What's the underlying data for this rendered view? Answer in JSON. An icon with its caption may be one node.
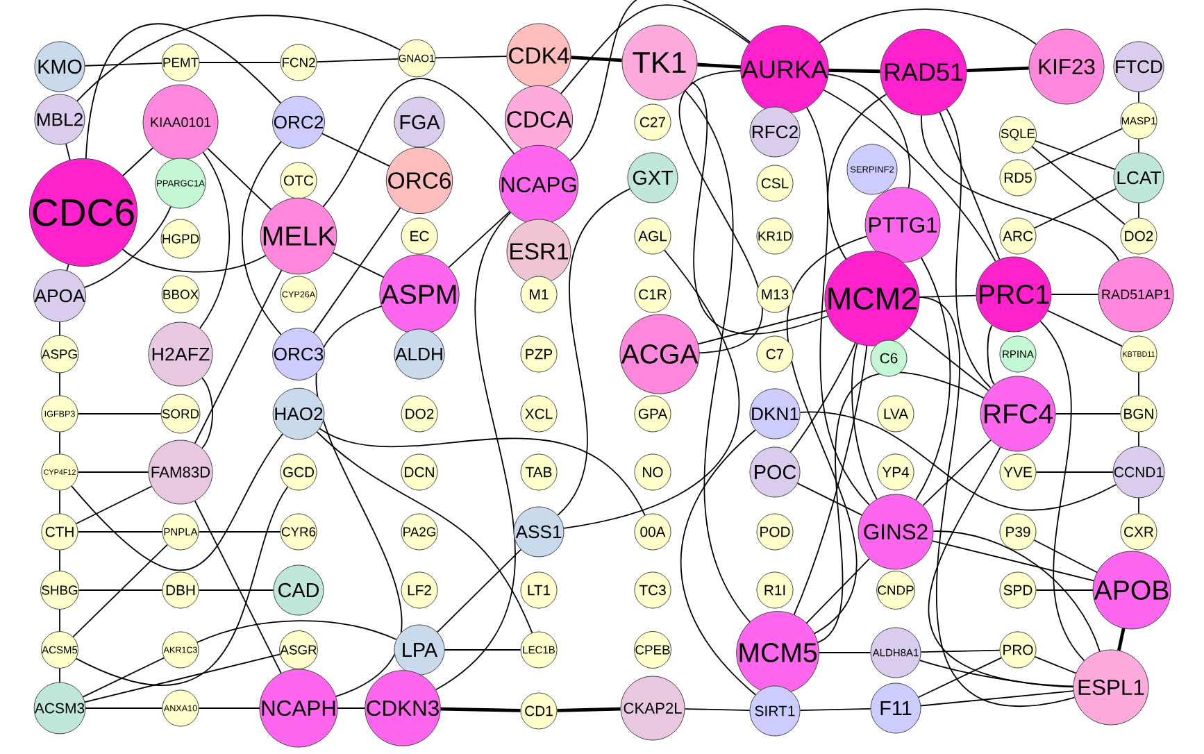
{
  "diagram": {
    "nodes": [
      {
        "text": [
          "KMO"
        ]
      },
      {
        "text": [
          "MBL2"
        ]
      },
      {
        "text": [
          "CDC6"
        ]
      },
      {
        "text": [
          "APOA"
        ]
      },
      {
        "text": [
          "ASPG"
        ]
      },
      {
        "text": [
          "IGFBP3"
        ]
      },
      {
        "text": [
          "CYP4F12"
        ]
      },
      {
        "text": [
          "CTH"
        ]
      },
      {
        "text": [
          "SHBG"
        ]
      },
      {
        "text": [
          "ACSM5"
        ]
      },
      {
        "text": [
          "ACSM3"
        ]
      },
      {
        "text": [
          "PEMT"
        ]
      },
      {
        "text": [
          "KIAA0101"
        ]
      },
      {
        "text": [
          "PPARGC1A"
        ]
      },
      {
        "text": [
          "HGPD"
        ]
      },
      {
        "text": [
          "BBOX"
        ]
      },
      {
        "text": [
          "H2AFZ"
        ]
      },
      {
        "text": [
          "SORD"
        ]
      },
      {
        "text": [
          "FAM83D"
        ]
      },
      {
        "text": [
          "PNPLA"
        ]
      },
      {
        "text": [
          "DBH"
        ]
      },
      {
        "text": [
          "AKR1C3"
        ]
      },
      {
        "text": [
          "ANXA10"
        ]
      },
      {
        "text": [
          "FCN2"
        ]
      },
      {
        "text": [
          "ORC2"
        ]
      },
      {
        "text": [
          "OTC"
        ]
      },
      {
        "text": [
          "MELK"
        ]
      },
      {
        "text": [
          "CYP26A"
        ]
      },
      {
        "text": [
          "ORC3"
        ]
      },
      {
        "text": [
          "HAO2"
        ]
      },
      {
        "text": [
          "GCD"
        ]
      },
      {
        "text": [
          "CYR6"
        ]
      },
      {
        "text": [
          "CAD"
        ]
      },
      {
        "text": [
          "ASGR"
        ]
      },
      {
        "text": [
          "NCAPH"
        ]
      },
      {
        "text": [
          "GNAO1"
        ]
      },
      {
        "text": [
          "FGA"
        ]
      },
      {
        "text": [
          "ORC6"
        ]
      },
      {
        "text": [
          "EC"
        ]
      },
      {
        "text": [
          "ASPM"
        ]
      },
      {
        "text": [
          "ALDH"
        ]
      },
      {
        "text": [
          "DO2"
        ]
      },
      {
        "text": [
          "DCN"
        ]
      },
      {
        "text": [
          "PA2G"
        ]
      },
      {
        "text": [
          "LF2"
        ]
      },
      {
        "text": [
          "LPA"
        ]
      },
      {
        "text": [
          "CDKN3"
        ]
      },
      {
        "text": [
          "CDK4"
        ]
      },
      {
        "text": [
          "CDCA"
        ]
      },
      {
        "text": [
          "NCAPG"
        ]
      },
      {
        "text": [
          "ESR1"
        ]
      },
      {
        "text": [
          "M1"
        ]
      },
      {
        "text": [
          "PZP"
        ]
      },
      {
        "text": [
          "XCL"
        ]
      },
      {
        "text": [
          "TAB"
        ]
      },
      {
        "text": [
          "ASS1"
        ]
      },
      {
        "text": [
          "LT1"
        ]
      },
      {
        "text": [
          "LEC1B"
        ]
      },
      {
        "text": [
          "CD1"
        ]
      },
      {
        "text": [
          "TK1"
        ]
      },
      {
        "text": [
          "C27"
        ]
      },
      {
        "text": [
          "GXT"
        ]
      },
      {
        "text": [
          "AGL"
        ]
      },
      {
        "text": [
          "C1R"
        ]
      },
      {
        "text": [
          "ACGA"
        ]
      },
      {
        "text": [
          "GPA"
        ]
      },
      {
        "text": [
          "NO"
        ]
      },
      {
        "text": [
          "00A"
        ]
      },
      {
        "text": [
          "TC3"
        ]
      },
      {
        "text": [
          "CPEB"
        ]
      },
      {
        "text": [
          "CKAP2L"
        ]
      },
      {
        "text": [
          "AURKA"
        ]
      },
      {
        "text": [
          "RFC2"
        ]
      },
      {
        "text": [
          "CSL"
        ]
      },
      {
        "text": [
          "KR1D"
        ]
      },
      {
        "text": [
          "M13"
        ]
      },
      {
        "text": [
          "C7"
        ]
      },
      {
        "text": [
          "DKN1"
        ]
      },
      {
        "text": [
          "POC"
        ]
      },
      {
        "text": [
          "POD"
        ]
      },
      {
        "text": [
          "R1I"
        ]
      },
      {
        "text": [
          "MCM5"
        ]
      },
      {
        "text": [
          "SIRT1"
        ]
      },
      {
        "text": [
          "RAD51"
        ]
      },
      {
        "text": [
          "SERPINF2"
        ]
      },
      {
        "text": [
          "PTTG1"
        ]
      },
      {
        "text": [
          "MCM2"
        ]
      },
      {
        "text": [
          "C6"
        ]
      },
      {
        "text": [
          "LVA"
        ]
      },
      {
        "text": [
          "YP4"
        ]
      },
      {
        "text": [
          "GINS2"
        ]
      },
      {
        "text": [
          "CNDP"
        ]
      },
      {
        "text": [
          "ALDH8A1"
        ]
      },
      {
        "text": [
          "F11"
        ]
      },
      {
        "text": [
          "KIF23"
        ]
      },
      {
        "text": [
          "SQLE"
        ]
      },
      {
        "text": [
          "RD5"
        ]
      },
      {
        "text": [
          "ARC"
        ]
      },
      {
        "text": [
          "PRC1"
        ]
      },
      {
        "text": [
          "RPINA"
        ]
      },
      {
        "text": [
          "RFC4"
        ]
      },
      {
        "text": [
          "YVE"
        ]
      },
      {
        "text": [
          "P39"
        ]
      },
      {
        "text": [
          "SPD"
        ]
      },
      {
        "text": [
          "PRO"
        ]
      },
      {
        "text": [
          "FTCD"
        ]
      },
      {
        "text": [
          "MASP1"
        ]
      },
      {
        "text": [
          "LCAT"
        ]
      },
      {
        "text": [
          "DO2"
        ]
      },
      {
        "text": [
          "RAD51AP1"
        ]
      },
      {
        "text": [
          "KBTBD11"
        ]
      },
      {
        "text": [
          "BGN"
        ]
      },
      {
        "text": [
          "CCND1"
        ]
      },
      {
        "text": [
          "CXR"
        ]
      },
      {
        "text": [
          "APOB"
        ]
      },
      {
        "text": [
          "ESPL1"
        ]
      }
    ],
    "edges": [
      {
        "from": 1,
        "to": 2,
        "arrow": "none"
      },
      {
        "from": 2,
        "to": 3,
        "arrow": "none"
      },
      {
        "from": 3,
        "to": 4,
        "arrow": "none"
      },
      {
        "from": 4,
        "to": 5,
        "arrow": "none"
      },
      {
        "from": 5,
        "to": 6,
        "arrow": "none"
      },
      {
        "from": 6,
        "to": 7,
        "arrow": "none"
      },
      {
        "from": 7,
        "to": 8,
        "arrow": "none"
      },
      {
        "from": 8,
        "to": 9,
        "arrow": "none"
      },
      {
        "from": 9,
        "to": 10,
        "arrow": "none"
      },
      {
        "from": 0,
        "to": 11,
        "arrow": "none"
      },
      {
        "from": 11,
        "to": 23,
        "arrow": "none"
      },
      {
        "from": 23,
        "to": 35,
        "arrow": "none"
      },
      {
        "from": 35,
        "to": 47,
        "arrow": "none"
      },
      {
        "from": 47,
        "to": 59,
        "arrow": "none",
        "style": "thick"
      },
      {
        "from": 59,
        "to": 71,
        "arrow": "none",
        "style": "thick"
      },
      {
        "from": 71,
        "to": 83,
        "arrow": "none",
        "style": "thick"
      },
      {
        "from": 83,
        "to": 94,
        "arrow": "none",
        "style": "thick"
      },
      {
        "from": 105,
        "to": 106,
        "arrow": "none"
      },
      {
        "from": 106,
        "to": 107,
        "arrow": "none"
      },
      {
        "from": 107,
        "to": 108,
        "arrow": "none"
      },
      {
        "from": 110,
        "to": 111,
        "arrow": "none"
      },
      {
        "from": 111,
        "to": 112,
        "arrow": "none"
      },
      {
        "from": 112,
        "to": 113,
        "arrow": "none"
      },
      {
        "from": 114,
        "to": 115,
        "arrow": "none",
        "style": "thick"
      },
      {
        "from": 10,
        "to": 22,
        "arrow": "none"
      },
      {
        "from": 22,
        "to": 34,
        "arrow": "none"
      },
      {
        "from": 34,
        "to": 46,
        "arrow": "none"
      },
      {
        "from": 46,
        "to": 58,
        "arrow": "none",
        "style": "thick"
      },
      {
        "from": 58,
        "to": 70,
        "arrow": "none",
        "style": "thick"
      },
      {
        "from": 70,
        "to": 82,
        "arrow": "none"
      },
      {
        "from": 82,
        "to": 93,
        "arrow": "none"
      },
      {
        "from": 93,
        "to": 115,
        "arrow": "none"
      },
      {
        "from": 7,
        "to": 19,
        "arrow": "none"
      },
      {
        "from": 19,
        "to": 31,
        "arrow": "none"
      },
      {
        "from": 8,
        "to": 20,
        "arrow": "none"
      },
      {
        "from": 20,
        "to": 32,
        "arrow": "none"
      },
      {
        "from": 5,
        "to": 17,
        "arrow": "none"
      },
      {
        "from": 10,
        "to": 21,
        "arrow": "none"
      },
      {
        "from": 9,
        "to": 19,
        "arrow": "none"
      },
      {
        "from": 6,
        "to": 18,
        "arrow": "none"
      },
      {
        "from": 7,
        "to": 18,
        "arrow": "none"
      },
      {
        "from": 2,
        "to": 12,
        "arrow": "none"
      },
      {
        "from": 2,
        "to": 26,
        "arrow": "none"
      },
      {
        "from": 12,
        "to": 26,
        "arrow": "none"
      },
      {
        "from": 26,
        "to": 39,
        "arrow": "none"
      },
      {
        "from": 26,
        "to": 49,
        "arrow": "none"
      },
      {
        "from": 39,
        "to": 49,
        "arrow": "none"
      },
      {
        "from": 39,
        "to": 34,
        "arrow": "none"
      },
      {
        "from": 49,
        "to": 71,
        "arrow": "none"
      },
      {
        "from": 49,
        "to": 46,
        "arrow": "none"
      },
      {
        "from": 48,
        "to": 71,
        "arrow": "none"
      },
      {
        "from": 59,
        "to": 86,
        "arrow": "none"
      },
      {
        "from": 59,
        "to": 81,
        "arrow": "none"
      },
      {
        "from": 71,
        "to": 85,
        "arrow": "none"
      },
      {
        "from": 71,
        "to": 98,
        "arrow": "none"
      },
      {
        "from": 71,
        "to": 94,
        "arrow": "none"
      },
      {
        "from": 71,
        "to": 90,
        "arrow": "none"
      },
      {
        "from": 83,
        "to": 86,
        "arrow": "none"
      },
      {
        "from": 83,
        "to": 98,
        "arrow": "none"
      },
      {
        "from": 83,
        "to": 100,
        "arrow": "none"
      },
      {
        "from": 83,
        "to": 109,
        "arrow": "none"
      },
      {
        "from": 85,
        "to": 90,
        "arrow": "none"
      },
      {
        "from": 85,
        "to": 81,
        "arrow": "none"
      },
      {
        "from": 86,
        "to": 98,
        "arrow": "none"
      },
      {
        "from": 86,
        "to": 100,
        "arrow": "none"
      },
      {
        "from": 86,
        "to": 90,
        "arrow": "none"
      },
      {
        "from": 86,
        "to": 81,
        "arrow": "none"
      },
      {
        "from": 86,
        "to": 115,
        "arrow": "none"
      },
      {
        "from": 98,
        "to": 109,
        "arrow": "none"
      },
      {
        "from": 98,
        "to": 100,
        "arrow": "none"
      },
      {
        "from": 98,
        "to": 115,
        "arrow": "none"
      },
      {
        "from": 100,
        "to": 90,
        "arrow": "none"
      },
      {
        "from": 100,
        "to": 81,
        "arrow": "none"
      },
      {
        "from": 100,
        "to": 115,
        "arrow": "none"
      },
      {
        "from": 90,
        "to": 81,
        "arrow": "none"
      },
      {
        "from": 90,
        "to": 114,
        "arrow": "none"
      },
      {
        "from": 90,
        "to": 115,
        "arrow": "none"
      },
      {
        "from": 34,
        "to": 18,
        "arrow": "none"
      },
      {
        "from": 18,
        "to": 16,
        "arrow": "none"
      },
      {
        "from": 16,
        "to": 12,
        "arrow": "none"
      },
      {
        "from": 18,
        "to": 26,
        "arrow": "none"
      },
      {
        "from": 37,
        "to": 24,
        "arrow": "none"
      },
      {
        "from": 37,
        "to": 28,
        "arrow": "none"
      },
      {
        "from": 24,
        "to": 28,
        "arrow": "none"
      },
      {
        "from": 24,
        "to": 2,
        "arrow": "none"
      },
      {
        "from": 64,
        "to": 86,
        "arrow": "none"
      },
      {
        "from": 64,
        "to": 71,
        "arrow": "none"
      },
      {
        "from": 3,
        "to": 13,
        "arrow": "none"
      },
      {
        "from": 1,
        "to": 35,
        "arrow": "none"
      },
      {
        "from": 29,
        "to": 57,
        "arrow": "none"
      },
      {
        "from": 55,
        "to": 62,
        "arrow": "none"
      },
      {
        "from": 55,
        "to": 45,
        "arrow": "none"
      },
      {
        "from": 45,
        "to": 57,
        "arrow": "none"
      },
      {
        "from": 6,
        "to": 29,
        "arrow": "none"
      },
      {
        "from": 21,
        "to": 45,
        "arrow": "none"
      },
      {
        "from": 10,
        "to": 33,
        "arrow": "none"
      },
      {
        "from": 9,
        "to": 30,
        "arrow": "none"
      },
      {
        "from": 102,
        "to": 114,
        "arrow": "none"
      },
      {
        "from": 103,
        "to": 114,
        "arrow": "none"
      },
      {
        "from": 104,
        "to": 115,
        "arrow": "none"
      },
      {
        "from": 97,
        "to": 107,
        "arrow": "none"
      },
      {
        "from": 95,
        "to": 107,
        "arrow": "none"
      },
      {
        "from": 96,
        "to": 106,
        "arrow": "none"
      },
      {
        "from": 101,
        "to": 112,
        "arrow": "none"
      },
      {
        "from": 111,
        "to": 100,
        "arrow": "none"
      },
      {
        "from": 110,
        "to": 98,
        "arrow": "none"
      },
      {
        "from": 108,
        "to": 95,
        "arrow": "none"
      },
      {
        "from": 61,
        "to": 55,
        "arrow": "none"
      },
      {
        "from": 29,
        "to": 67,
        "arrow": "none"
      },
      {
        "from": 92,
        "to": 115,
        "arrow": "none"
      },
      {
        "from": 92,
        "to": 104,
        "arrow": "none"
      },
      {
        "from": 93,
        "to": 104,
        "arrow": "none"
      },
      {
        "from": 92,
        "to": 81,
        "arrow": "none"
      },
      {
        "from": 82,
        "to": 77,
        "arrow": "none"
      },
      {
        "from": 77,
        "to": 112,
        "arrow": "none"
      },
      {
        "from": 78,
        "to": 86,
        "arrow": "none"
      },
      {
        "from": 78,
        "to": 90,
        "arrow": "none"
      }
    ]
  }
}
